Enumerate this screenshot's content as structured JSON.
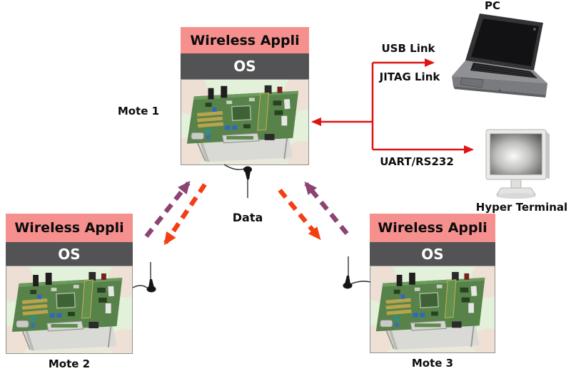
{
  "motes": [
    {
      "app_label": "Wireless Appli",
      "os_label": "OS",
      "caption": "Mote 1"
    },
    {
      "app_label": "Wireless Appli",
      "os_label": "OS",
      "caption": "Mote 2"
    },
    {
      "app_label": "Wireless Appli",
      "os_label": "OS",
      "caption": "Mote 3"
    }
  ],
  "devices": {
    "pc_label": "PC",
    "hyper_terminal_label": "Hyper Terminal"
  },
  "links": {
    "usb_label": "USB Link",
    "jtag_label": "JITAG Link",
    "uart_label": "UART/RS232",
    "data_label": "Data"
  },
  "icons": {
    "board": "circuit-board-photo",
    "laptop": "laptop-computer",
    "monitor": "lcd-monitor",
    "antenna": "whip-antenna"
  },
  "colors": {
    "app_header": "#F5908F",
    "os_bar": "#535355",
    "board_bg": "#E3F1DB",
    "red_link": "#DE1414",
    "purple_dashed": "#8C4372",
    "orange_dashed": "#F53D12",
    "text": "#0D0D0D"
  }
}
